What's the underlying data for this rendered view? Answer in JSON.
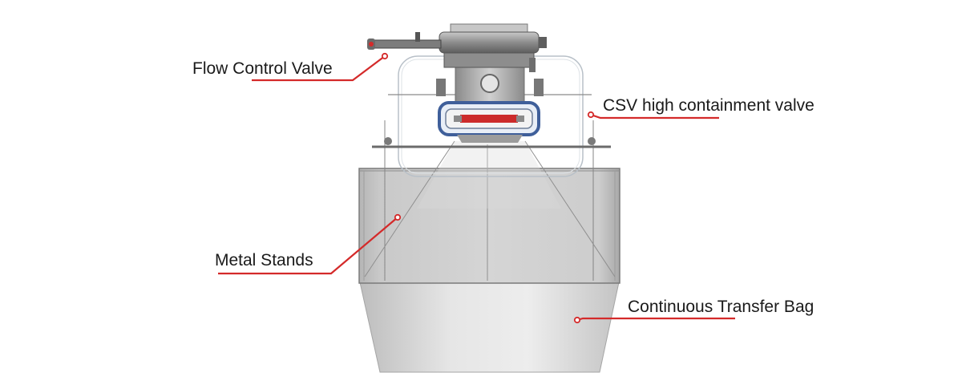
{
  "diagram": {
    "callouts": {
      "flow_control_valve": "Flow Control Valve",
      "csv_valve": "CSV high containment valve",
      "metal_stands": "Metal Stands",
      "transfer_bag": "Continuous Transfer Bag"
    }
  },
  "colors": {
    "leader": "#d42a2a",
    "text": "#1a1a1a",
    "metal": "#9a9a9a",
    "bag": "#d8d8d8"
  }
}
